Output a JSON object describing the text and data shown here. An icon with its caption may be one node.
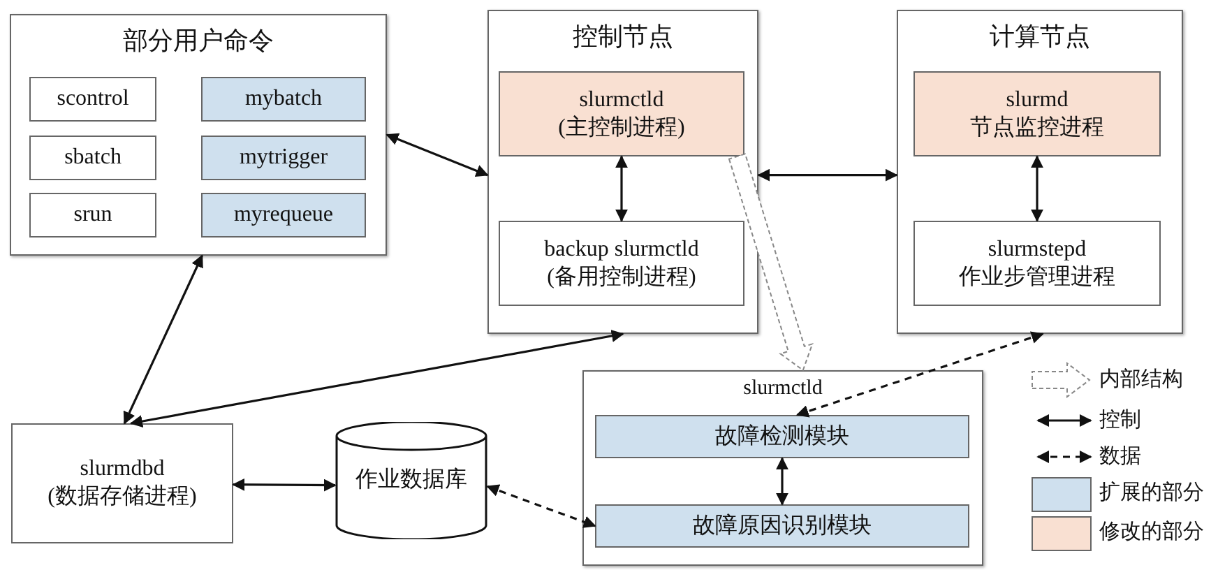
{
  "diagram": {
    "nodes": [
      {
        "text": [
          "部分用户命令"
        ]
      },
      {
        "text": [
          "scontrol"
        ],
        "in": 0
      },
      {
        "text": [
          "mybatch"
        ],
        "in": 0
      },
      {
        "text": [
          "sbatch"
        ],
        "in": 0
      },
      {
        "text": [
          "mytrigger"
        ],
        "in": 0
      },
      {
        "text": [
          "srun"
        ],
        "in": 0
      },
      {
        "text": [
          "myrequeue"
        ],
        "in": 0
      },
      {
        "text": [
          "控制节点"
        ]
      },
      {
        "text": [
          "slurmctld",
          "(主控制进程)"
        ],
        "in": 7
      },
      {
        "text": [
          "backup slurmctld",
          "(备用控制进程)"
        ],
        "in": 7
      },
      {
        "text": [
          "计算节点"
        ]
      },
      {
        "text": [
          "slurmd",
          "节点监控进程"
        ],
        "in": 10
      },
      {
        "text": [
          "slurmstepd",
          "作业步管理进程"
        ],
        "in": 10
      },
      {
        "text": [
          "slurmctld"
        ]
      },
      {
        "text": [
          "故障检测模块"
        ],
        "in": 13
      },
      {
        "text": [
          "故障原因识别模块"
        ],
        "in": 13
      },
      {
        "text": [
          "slurmdbd",
          "(数据存储进程)"
        ]
      },
      {
        "text": [
          "作业数据库"
        ]
      }
    ],
    "edges": [
      {
        "from": 0,
        "to": 7,
        "arrow": "both"
      },
      {
        "from": 8,
        "to": 9,
        "arrow": "both"
      },
      {
        "from": 7,
        "to": 10,
        "arrow": "both"
      },
      {
        "from": 11,
        "to": 12,
        "arrow": "both"
      },
      {
        "from": 0,
        "to": 16,
        "arrow": "both"
      },
      {
        "from": 16,
        "to": 7,
        "arrow": "both"
      },
      {
        "from": 16,
        "to": 17,
        "arrow": "both"
      },
      {
        "from": 17,
        "to": 15,
        "arrow": "both",
        "style": "dashed"
      },
      {
        "from": 10,
        "to": 14,
        "arrow": "both",
        "style": "dashed"
      },
      {
        "from": 14,
        "to": 15,
        "arrow": "both"
      },
      {
        "from": 8,
        "to": 13,
        "arrow": "to",
        "style": "dashed",
        "color": "#888888"
      }
    ],
    "legend": [
      {
        "text": "内部结构"
      },
      {
        "text": "控制"
      },
      {
        "text": "数据"
      },
      {
        "text": "扩展的部分",
        "color": "#cfe0ee"
      },
      {
        "text": "修改的部分",
        "color": "#f9e0d2"
      }
    ]
  }
}
